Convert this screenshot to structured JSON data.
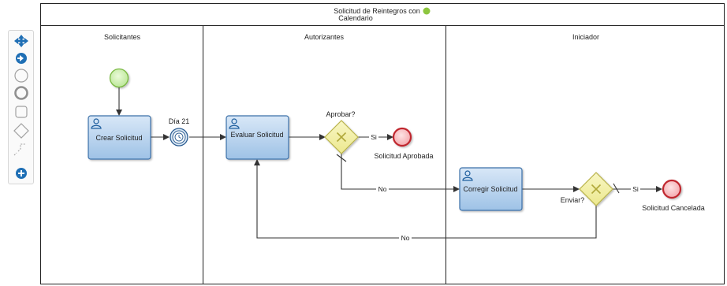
{
  "pool": {
    "title_line1": "Solicitud de Reintegros con",
    "title_line2": "Calendario",
    "status_color": "#8dc63f"
  },
  "lanes": [
    {
      "label": "Solicitantes"
    },
    {
      "label": "Autorizantes"
    },
    {
      "label": "Iniciador"
    }
  ],
  "tasks": {
    "crear": "Crear Solicitud",
    "evaluar": "Evaluar Solicitud",
    "corregir": "Corregir Solicitud"
  },
  "events": {
    "timer_label": "Día 21",
    "end_approved": "Solicitud Aprobada",
    "end_cancelled": "Solicitud Cancelada"
  },
  "gateways": {
    "approve": "Aprobar?",
    "send": "Enviar?"
  },
  "flows": {
    "si_1": "Si",
    "no_1": "No",
    "si_2": "Si",
    "no_2": "No"
  },
  "palette": [
    {
      "icon": "move-icon"
    },
    {
      "icon": "arrow-right-circle-icon"
    },
    {
      "icon": "start-event-icon"
    },
    {
      "icon": "end-event-icon"
    },
    {
      "icon": "task-icon"
    },
    {
      "icon": "gateway-icon"
    },
    {
      "icon": "connector-icon"
    },
    {
      "icon": "add-icon"
    }
  ],
  "colors": {
    "task_fill_top": "#d6e6f7",
    "task_fill_bottom": "#9fc3e6",
    "task_stroke": "#3a6fa8",
    "gateway_fill": "#f3f0a8",
    "gateway_stroke": "#b8b24a",
    "start_fill": "#c9efa6",
    "start_stroke": "#78b83f",
    "end_fill": "#f7b9bd",
    "end_stroke": "#c0282f",
    "accent_blue": "#1f6fb5"
  }
}
